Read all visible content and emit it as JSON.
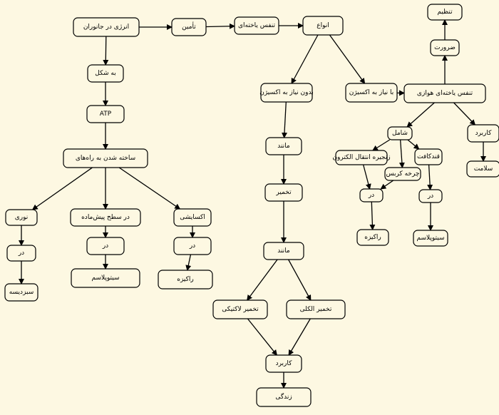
{
  "concept_map": {
    "nodes": [
      {
        "id": "energy",
        "label": "انرژی در جانوران"
      },
      {
        "id": "supply",
        "label": "تأمین"
      },
      {
        "id": "cellresp",
        "label": "تنفس یاخته‌ای"
      },
      {
        "id": "types",
        "label": "انواع"
      },
      {
        "id": "regulation",
        "label": "تنظیم"
      },
      {
        "id": "necessity",
        "label": "ضرورت"
      },
      {
        "id": "asform",
        "label": "به شکل"
      },
      {
        "id": "atp",
        "label": "ATP"
      },
      {
        "id": "made",
        "label": "ساخته شدن به راه‌های"
      },
      {
        "id": "noori",
        "label": "نوری"
      },
      {
        "id": "dar1",
        "label": "در"
      },
      {
        "id": "chloroplast",
        "label": "سبزدیسه"
      },
      {
        "id": "substrate",
        "label": "در سطح پیش‌ماده"
      },
      {
        "id": "dar2",
        "label": "در"
      },
      {
        "id": "cytoplasm1",
        "label": "سیتوپلاسم"
      },
      {
        "id": "oxidative",
        "label": "اکسایشی"
      },
      {
        "id": "dar3",
        "label": "در"
      },
      {
        "id": "mito1",
        "label": "راکیزه"
      },
      {
        "id": "anaerobic",
        "label": "بدون نیاز به اکسیژن"
      },
      {
        "id": "aerobic",
        "label": "با نیاز به اکسیژن"
      },
      {
        "id": "aerresp",
        "label": "تنفس یاخته‌ای هوازی"
      },
      {
        "id": "manand1",
        "label": "مانند"
      },
      {
        "id": "ferment",
        "label": "تخمیر"
      },
      {
        "id": "manand2",
        "label": "مانند"
      },
      {
        "id": "lactic",
        "label": "تخمیر لاکتیکی"
      },
      {
        "id": "alcohol",
        "label": "تخمیر الکلی"
      },
      {
        "id": "use1",
        "label": "کاربرد"
      },
      {
        "id": "life",
        "label": "زندگی"
      },
      {
        "id": "includes",
        "label": "شامل"
      },
      {
        "id": "use2",
        "label": "کاربرد"
      },
      {
        "id": "health",
        "label": "سلامت"
      },
      {
        "id": "etc",
        "label": "زنجیره انتقال الکترون"
      },
      {
        "id": "krebs",
        "label": "چرخه کربس"
      },
      {
        "id": "glycolysis",
        "label": "قندکافت"
      },
      {
        "id": "dar4",
        "label": "در"
      },
      {
        "id": "mito2",
        "label": "راکیزه"
      },
      {
        "id": "dar5",
        "label": "در"
      },
      {
        "id": "cytoplasm2",
        "label": "سیتوپلاسم"
      }
    ],
    "edges": [
      [
        "energy",
        "supply"
      ],
      [
        "supply",
        "cellresp"
      ],
      [
        "cellresp",
        "types"
      ],
      [
        "types",
        "anaerobic"
      ],
      [
        "types",
        "aerobic"
      ],
      [
        "aerobic",
        "aerresp"
      ],
      [
        "aerresp",
        "necessity"
      ],
      [
        "necessity",
        "regulation"
      ],
      [
        "energy",
        "asform"
      ],
      [
        "asform",
        "atp"
      ],
      [
        "atp",
        "made"
      ],
      [
        "made",
        "noori"
      ],
      [
        "made",
        "substrate"
      ],
      [
        "made",
        "oxidative"
      ],
      [
        "noori",
        "dar1"
      ],
      [
        "dar1",
        "chloroplast"
      ],
      [
        "substrate",
        "dar2"
      ],
      [
        "dar2",
        "cytoplasm1"
      ],
      [
        "oxidative",
        "dar3"
      ],
      [
        "dar3",
        "mito1"
      ],
      [
        "anaerobic",
        "manand1"
      ],
      [
        "manand1",
        "ferment"
      ],
      [
        "ferment",
        "manand2"
      ],
      [
        "manand2",
        "lactic"
      ],
      [
        "manand2",
        "alcohol"
      ],
      [
        "lactic",
        "use1"
      ],
      [
        "alcohol",
        "use1"
      ],
      [
        "use1",
        "life"
      ],
      [
        "aerresp",
        "includes"
      ],
      [
        "aerresp",
        "use2"
      ],
      [
        "use2",
        "health"
      ],
      [
        "includes",
        "etc"
      ],
      [
        "includes",
        "krebs"
      ],
      [
        "includes",
        "glycolysis"
      ],
      [
        "etc",
        "dar4"
      ],
      [
        "krebs",
        "dar4"
      ],
      [
        "dar4",
        "mito2"
      ],
      [
        "glycolysis",
        "dar5"
      ],
      [
        "dar5",
        "cytoplasm2"
      ]
    ]
  },
  "colors": {
    "background": "#fdf8e2",
    "stroke": "#000000"
  }
}
